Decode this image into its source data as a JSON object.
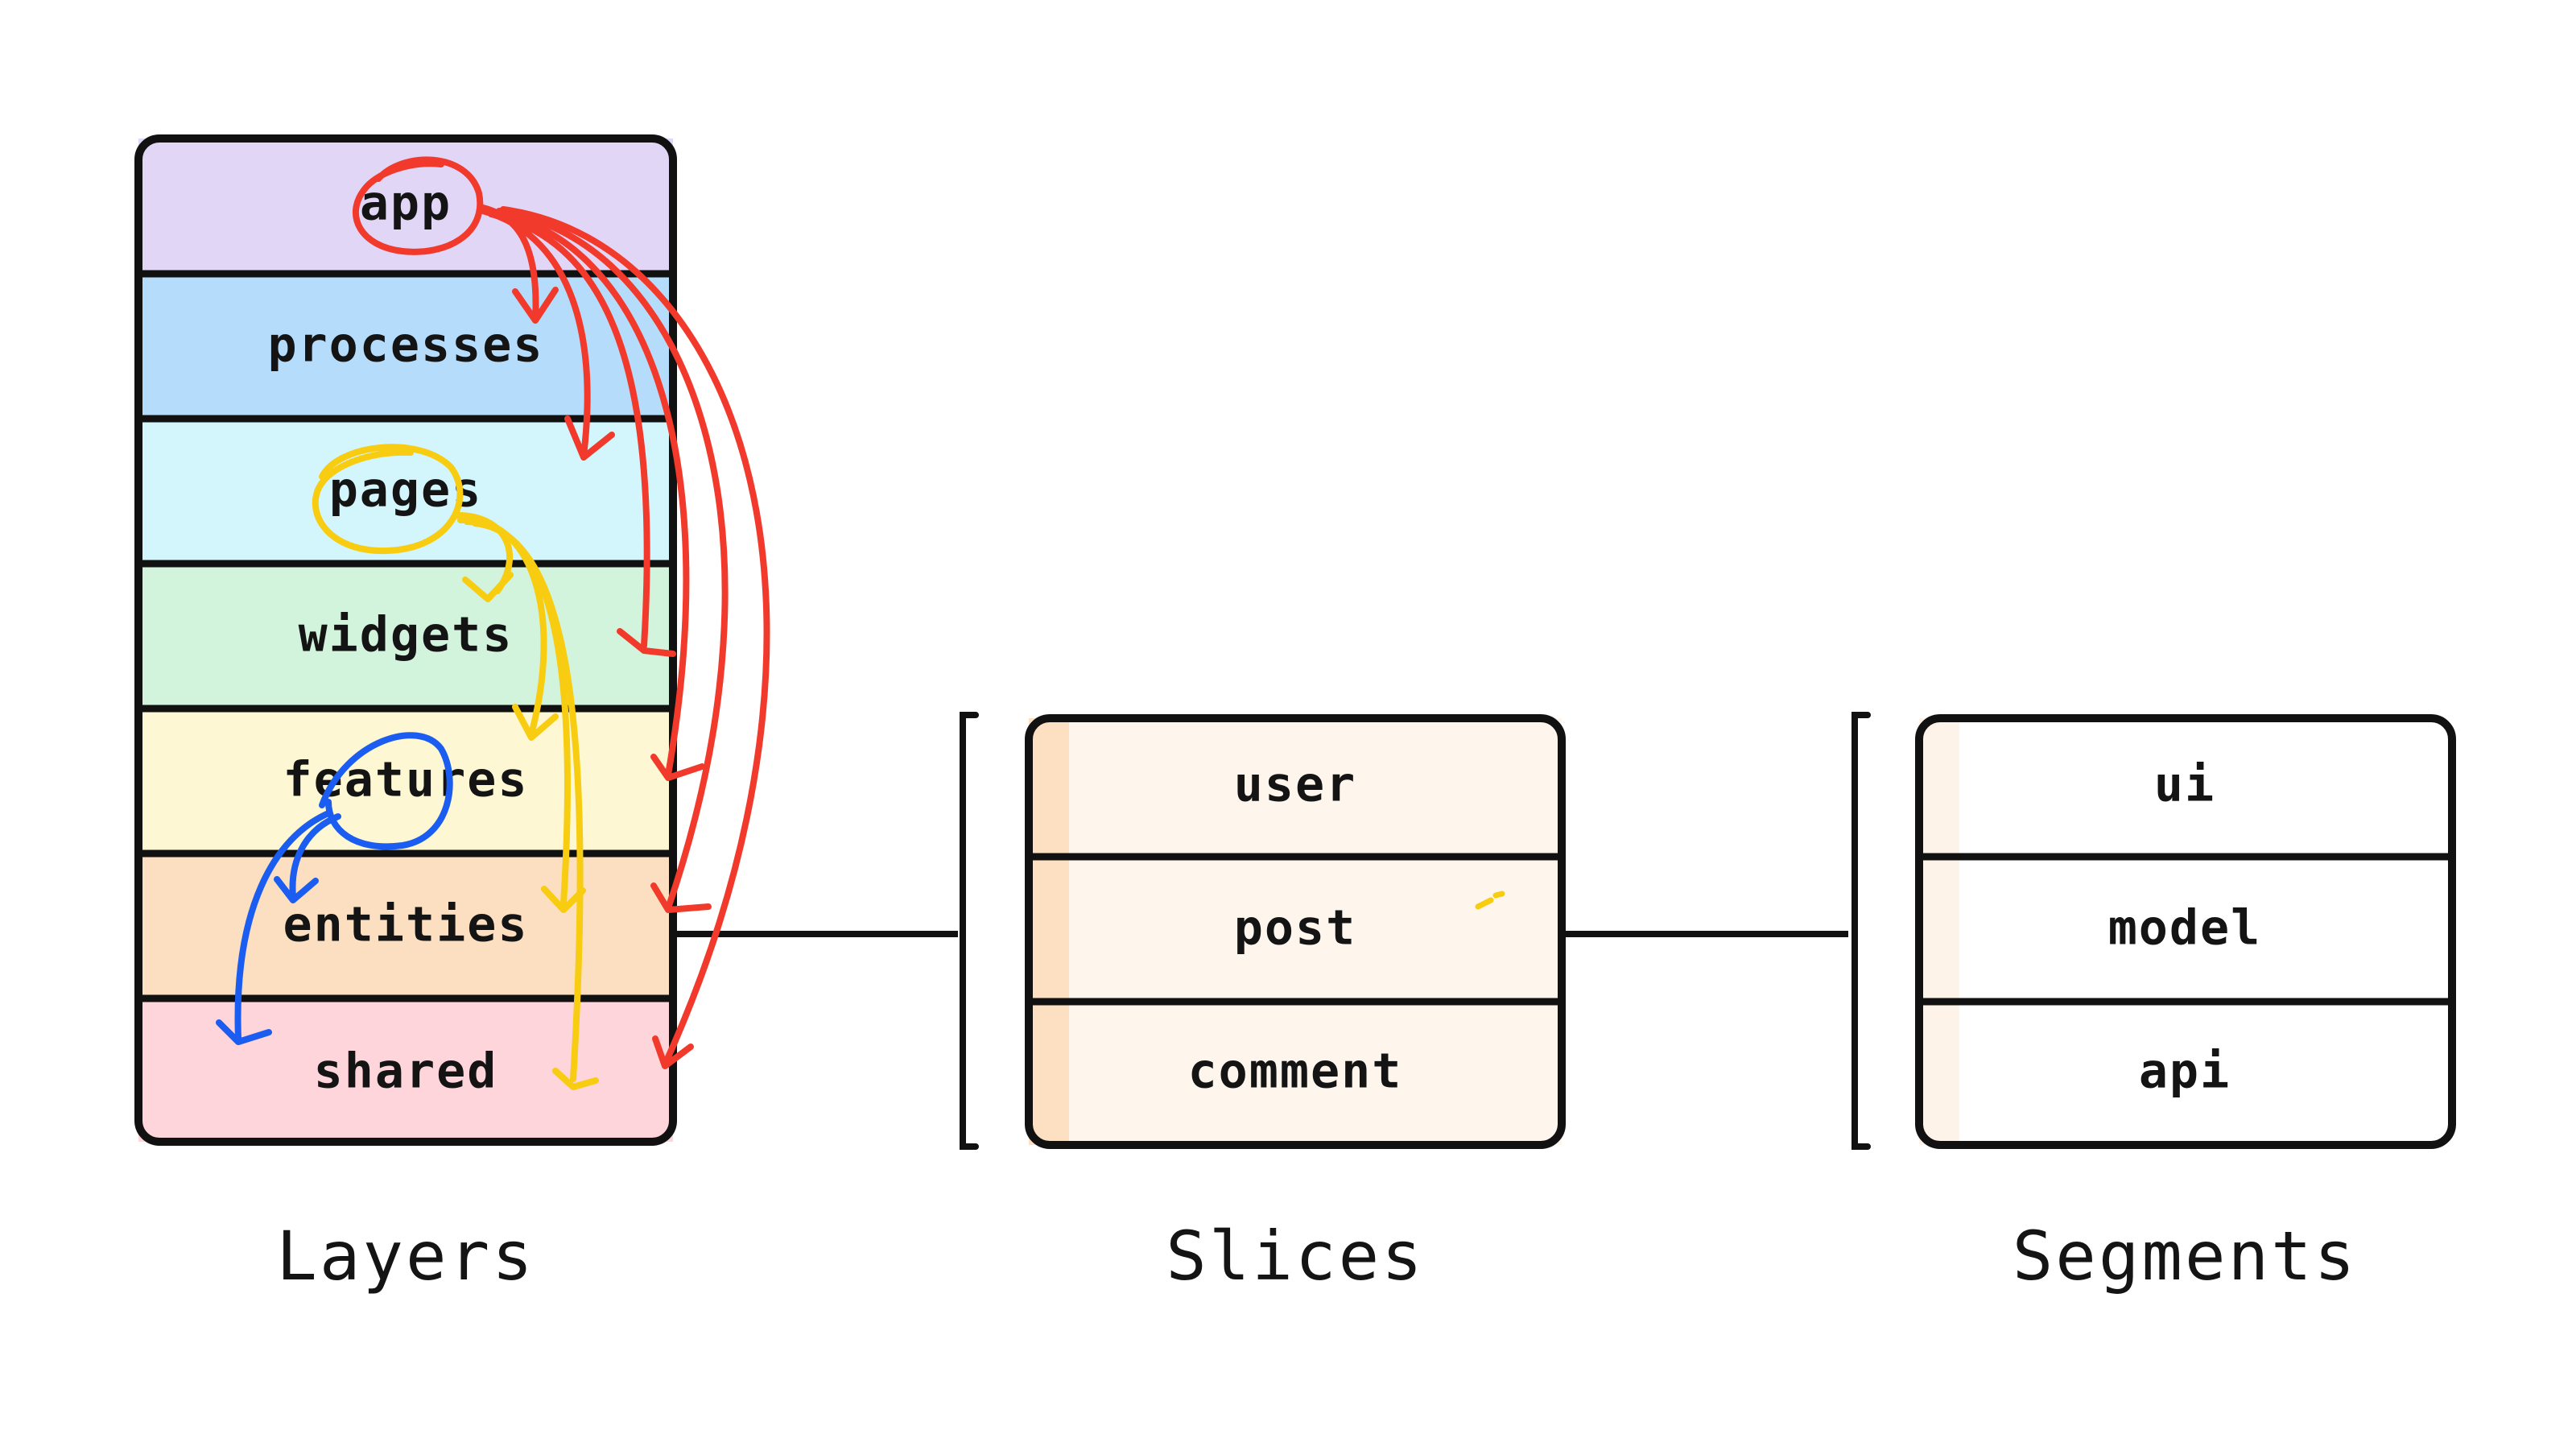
{
  "layers": {
    "caption": "Layers",
    "items": [
      {
        "label": "app",
        "color": "#e2d6f7"
      },
      {
        "label": "processes",
        "color": "#b5dcfa"
      },
      {
        "label": "pages",
        "color": "#d3f6fd"
      },
      {
        "label": "widgets",
        "color": "#d2f3dc"
      },
      {
        "label": "features",
        "color": "#fdf8d3"
      },
      {
        "label": "entities",
        "color": "#fcdfc0"
      },
      {
        "label": "shared",
        "color": "#fdd5da"
      }
    ]
  },
  "slices": {
    "caption": "Slices",
    "items": [
      {
        "label": "user"
      },
      {
        "label": "post"
      },
      {
        "label": "comment"
      }
    ],
    "fill_color": "#fef5ec",
    "accent_color": "#fde0c2"
  },
  "segments": {
    "caption": "Segments",
    "items": [
      {
        "label": "ui"
      },
      {
        "label": "model"
      },
      {
        "label": "api"
      }
    ],
    "fill_color": "#ffffff",
    "accent_color": "#fef3e8"
  },
  "annotations": {
    "red_color": "#f23a2c",
    "yellow_color": "#f8cc10",
    "blue_color": "#1b5df0"
  }
}
